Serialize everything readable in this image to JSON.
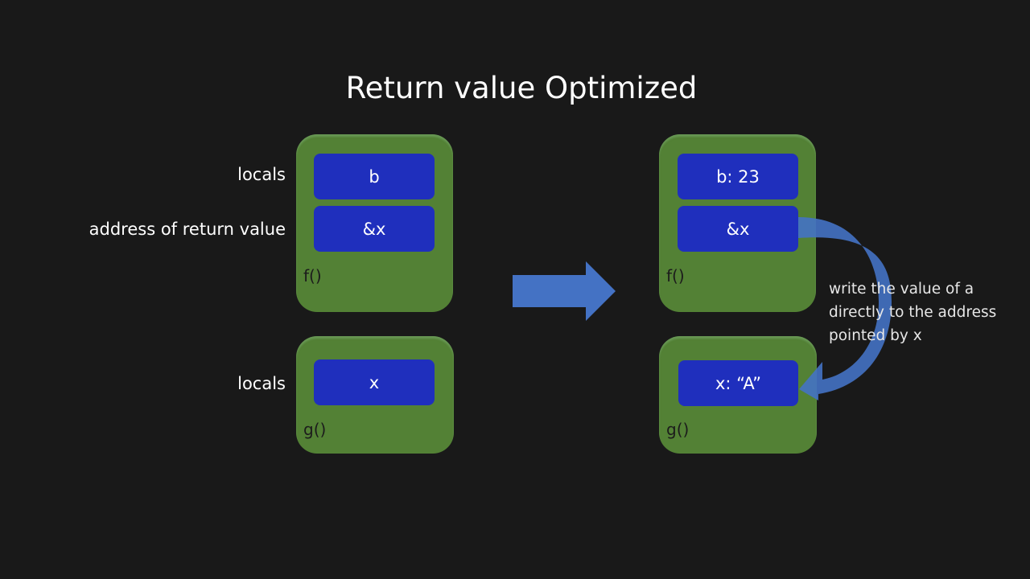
{
  "title": "Return value Optimized",
  "labels": {
    "locals_top": "locals",
    "address_of_return_value": "address  of return value",
    "locals_bottom": "locals"
  },
  "left": {
    "f_frame": {
      "slot_1": "b",
      "slot_2": "&x",
      "name": "f()"
    },
    "g_frame": {
      "slot_1": "x",
      "name": "g()"
    }
  },
  "right": {
    "f_frame": {
      "slot_1": "b: 23",
      "slot_2": "&x",
      "name": "f()"
    },
    "g_frame": {
      "slot_1": "x: “A”",
      "name": "g()"
    }
  },
  "annotation": {
    "line_1": "write the value of a",
    "line_2": "directly to the address",
    "line_3": "pointed by x"
  },
  "colors": {
    "background": "#191919",
    "frame": "#538135",
    "slot": "#1f2fbd",
    "arrow": "#4472c4"
  }
}
